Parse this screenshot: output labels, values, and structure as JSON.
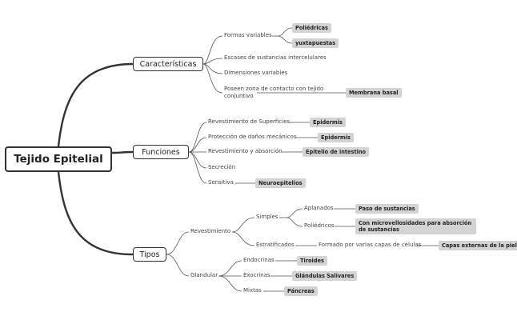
{
  "root": "Tejido Epitelial",
  "caracteristicas": {
    "label": "Características",
    "items": {
      "formas": "Formas variables",
      "escases": "Escases de sustancias intercelulares",
      "dimensiones": "Dimensiones variables",
      "zona": "Poseen zona de contacto con tejido conjuntivo"
    },
    "tags": {
      "poliedricas": "Poliédricas",
      "yuxtapuestas": "yuxtapuestas",
      "membrana": "Membrana basal"
    }
  },
  "funciones": {
    "label": "Funciones",
    "items": {
      "superficies": "Revestimiento de Superficies",
      "proteccion": "Protección de daños mecánicos",
      "absorcion": "Revestimiento y absorción",
      "secrecion": "Secreción",
      "sensitiva": "Sensitiva"
    },
    "tags": {
      "epidermis1": "Epidermis",
      "epidermis2": "Epidermis",
      "intestino": "Epitelio de intestino",
      "neuro": "Neuroepitelios"
    }
  },
  "tipos": {
    "label": "Tipos",
    "revestimiento": "Revestimiento",
    "simples": "Simples",
    "aplanados": "Aplanados",
    "poliedricos": "Poliédricos",
    "estratificados": "Estratificados",
    "formado": "Formado por varias capas de células",
    "glandular": "Glandular",
    "endocrinas": "Endocrinas",
    "exocrinas": "Exocrinas",
    "mixtas": "Mixtas",
    "tags": {
      "paso": "Paso de sustancias",
      "microvellosidades": "Con microvellosidades para absorción de sustancias",
      "capas": "Capas externas de la piel",
      "tiroides": "Tiroides",
      "salivares": "Glándulas Salivares",
      "pancreas": "Páncreas"
    }
  },
  "colors": {
    "line": "#333333",
    "tag_bg": "#d4d4d4"
  }
}
